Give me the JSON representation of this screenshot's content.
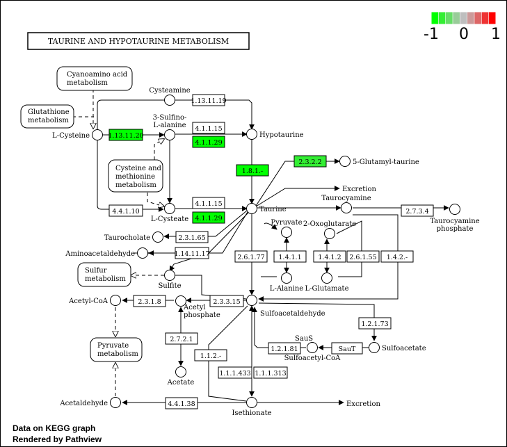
{
  "title": "TAURINE AND HYPOTAURINE METABOLISM",
  "footer": {
    "line1": "Data on KEGG graph",
    "line2": "Rendered by Pathview"
  },
  "legend": {
    "labels": [
      "-1",
      "0",
      "1"
    ],
    "colors": [
      "#00ff00",
      "#33ee33",
      "#66dd66",
      "#99cc99",
      "#bebebe",
      "#cc9999",
      "#dd6666",
      "#ee3333",
      "#ff0000"
    ]
  },
  "colors": {
    "up_down_green": "#00ff00",
    "none": "#ffffff"
  },
  "compounds": [
    {
      "id": "l_cysteine",
      "label": "L-Cysteine"
    },
    {
      "id": "cysteamine",
      "label": "Cysteamine"
    },
    {
      "id": "sulfinoalanine",
      "label": "3-Sulfino-\nL-alanine"
    },
    {
      "id": "hypotaurine",
      "label": "Hypotaurine"
    },
    {
      "id": "glutamyl_taurine",
      "label": "5-Glutamyl-taurine"
    },
    {
      "id": "excretion1",
      "label": "Excretion"
    },
    {
      "id": "taurine",
      "label": "Taurine"
    },
    {
      "id": "taurocyamine",
      "label": "Taurocyamine"
    },
    {
      "id": "taurocyamine_phosphate",
      "label": "Taurocyamine\nphosphate"
    },
    {
      "id": "l_cysteate",
      "label": "L-Cysteate"
    },
    {
      "id": "taurocholate",
      "label": "Taurocholate"
    },
    {
      "id": "aminoacetaldehyde",
      "label": "Aminoacetaldehyde"
    },
    {
      "id": "pyruvate",
      "label": "Pyruvate"
    },
    {
      "id": "oxoglutarate",
      "label": "2-Oxoglutarate"
    },
    {
      "id": "l_alanine",
      "label": "L-Alanine"
    },
    {
      "id": "l_glutamate",
      "label": "L-Glutamate"
    },
    {
      "id": "sulfite",
      "label": "Sulfite"
    },
    {
      "id": "acetyl_coa",
      "label": "Acetyl-CoA"
    },
    {
      "id": "acetyl_phosphate",
      "label": "Acetyl\nphosphate"
    },
    {
      "id": "sulfoacetaldehyde",
      "label": "Sulfoacetaldehyde"
    },
    {
      "id": "sulfoacetate",
      "label": "Sulfoacetate"
    },
    {
      "id": "sulfoacetyl_coa",
      "label": "Sulfoacetyl-CoA"
    },
    {
      "id": "acetate",
      "label": "Acetate"
    },
    {
      "id": "acetaldehyde",
      "label": "Acetaldehyde"
    },
    {
      "id": "isethionate",
      "label": "Isethionate"
    },
    {
      "id": "excretion2",
      "label": "Excretion"
    }
  ],
  "maps": [
    {
      "id": "cyanoamino",
      "label": "Cyanoamino acid\nmetabolism"
    },
    {
      "id": "glutathione",
      "label": "Glutathione\nmetabolism"
    },
    {
      "id": "cys_met",
      "label": "Cysteine and\nmethionine\nmetabolism"
    },
    {
      "id": "sulfur",
      "label": "Sulfur\nmetabolism"
    },
    {
      "id": "pyruvate_met",
      "label": "Pyruvate\nmetabolism"
    }
  ],
  "enzymes": [
    {
      "id": "e_1_13_11_19",
      "label": "1.13.11.19",
      "fill": "#ffffff"
    },
    {
      "id": "e_1_13_11_20",
      "label": "1.13.11.20",
      "fill": "#00ff00"
    },
    {
      "id": "e_4_1_1_15a",
      "label": "4.1.1.15",
      "fill": "#ffffff"
    },
    {
      "id": "e_4_1_1_29a",
      "label": "4.1.1.29",
      "fill": "#00ff00"
    },
    {
      "id": "e_1_8_1",
      "label": "1.8.1.-",
      "fill": "#00ff00"
    },
    {
      "id": "e_2_3_2_2",
      "label": "2.3.2.2",
      "fill": "#33ee33"
    },
    {
      "id": "e_4_4_1_10",
      "label": "4.4.1.10",
      "fill": "#ffffff"
    },
    {
      "id": "e_4_1_1_15b",
      "label": "4.1.1.15",
      "fill": "#ffffff"
    },
    {
      "id": "e_4_1_1_29b",
      "label": "4.1.1.29",
      "fill": "#00ff00"
    },
    {
      "id": "e_2_7_3_4",
      "label": "2.7.3.4",
      "fill": "#ffffff"
    },
    {
      "id": "e_2_3_1_65",
      "label": "2.3.1.65",
      "fill": "#ffffff"
    },
    {
      "id": "e_1_14_11_17",
      "label": "1.14.11.17",
      "fill": "#ffffff"
    },
    {
      "id": "e_2_6_1_77",
      "label": "2.6.1.77",
      "fill": "#ffffff"
    },
    {
      "id": "e_1_4_1_1",
      "label": "1.4.1.1",
      "fill": "#ffffff"
    },
    {
      "id": "e_1_4_1_2",
      "label": "1.4.1.2",
      "fill": "#ffffff"
    },
    {
      "id": "e_2_6_1_55",
      "label": "2.6.1.55",
      "fill": "#ffffff"
    },
    {
      "id": "e_1_4_2",
      "label": "1.4.2.-",
      "fill": "#ffffff"
    },
    {
      "id": "e_2_3_1_8",
      "label": "2.3.1.8",
      "fill": "#ffffff"
    },
    {
      "id": "e_2_3_3_15",
      "label": "2.3.3.15",
      "fill": "#ffffff"
    },
    {
      "id": "e_1_2_1_73",
      "label": "1.2.1.73",
      "fill": "#ffffff"
    },
    {
      "id": "e_1_2_1_81",
      "label": "1.2.1.81",
      "fill": "#ffffff"
    },
    {
      "id": "e_saut",
      "label": "SauT",
      "fill": "#ffffff"
    },
    {
      "id": "e_2_7_2_1",
      "label": "2.7.2.1",
      "fill": "#ffffff"
    },
    {
      "id": "e_1_1_2",
      "label": "1.1.2.-",
      "fill": "#ffffff"
    },
    {
      "id": "e_1_1_1_433",
      "label": "1.1.1.433",
      "fill": "#ffffff"
    },
    {
      "id": "e_1_1_1_313",
      "label": "1.1.1.313",
      "fill": "#ffffff"
    },
    {
      "id": "e_4_4_1_38",
      "label": "4.4.1.38",
      "fill": "#ffffff"
    }
  ],
  "text_labels": [
    {
      "id": "saus",
      "label": "SauS"
    }
  ]
}
